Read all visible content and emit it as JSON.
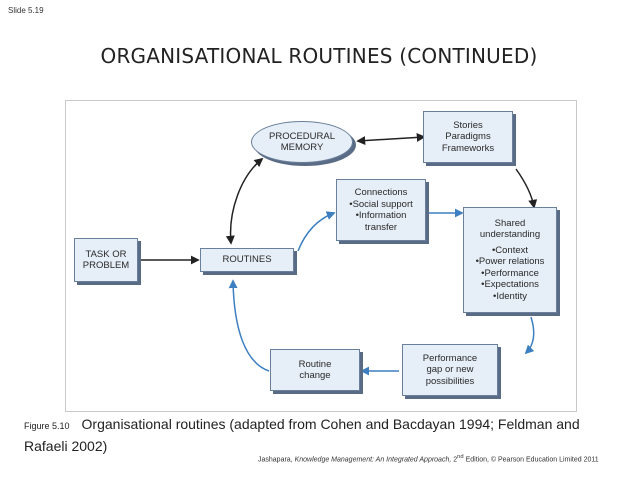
{
  "slide_number": "Slide 5.19",
  "title": "ORGANISATIONAL ROUTINES (CONTINUED)",
  "diagram": {
    "procedural_memory": [
      "PROCEDURAL",
      "MEMORY"
    ],
    "stories": [
      "Stories",
      "Paradigms",
      "Frameworks"
    ],
    "connections": {
      "heading": "Connections",
      "items": [
        "Social support",
        "Information",
        "transfer"
      ]
    },
    "shared_understanding": {
      "heading": [
        "Shared",
        "understanding"
      ],
      "items": [
        "Context",
        "Power relations",
        "Performance",
        "Expectations",
        "Identity"
      ]
    },
    "task_or_problem": [
      "TASK OR",
      "PROBLEM"
    ],
    "routines": "ROUTINES",
    "routine_change": [
      "Routine",
      "change"
    ],
    "performance_gap": [
      "Performance",
      "gap or new",
      "possibilities"
    ],
    "colors": {
      "box_fill": "#e6eef7",
      "box_border": "#6a7f9a",
      "arrow_blue": "#3d7fc1",
      "arrow_black": "#222222"
    }
  },
  "caption": {
    "figure_label": "Figure 5.10",
    "text": "Organisational routines (adapted from Cohen and Bacdayan 1994; Feldman and Rafaeli 2002)"
  },
  "credit": {
    "author": "Jashapara,",
    "book": "Knowledge Management: An Integrated Approach,",
    "edition_num": "2",
    "edition_sup": "nd",
    "rest": "Edition, © Pearson Education Limited 2011"
  }
}
